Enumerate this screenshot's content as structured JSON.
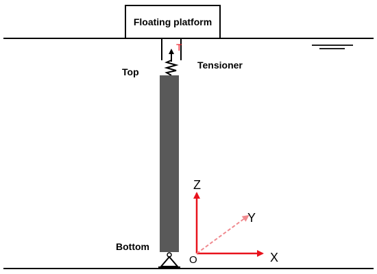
{
  "labels": {
    "floating_platform": "Floating platform",
    "tension": "T",
    "top": "Top",
    "tensioner": "Tensioner",
    "bottom": "Bottom",
    "axis_z": "Z",
    "axis_y": "Y",
    "axis_x": "X",
    "origin": "O"
  },
  "colors": {
    "line": "#000000",
    "riser": "#595959",
    "axis": "#e8121c",
    "axis_dashed": "#f08a8f",
    "tension_label": "#e8121c"
  },
  "icons": {
    "tensioner_spring": "spring-icon",
    "water_level": "water-level-icon",
    "bottom_support": "pin-support-icon"
  }
}
